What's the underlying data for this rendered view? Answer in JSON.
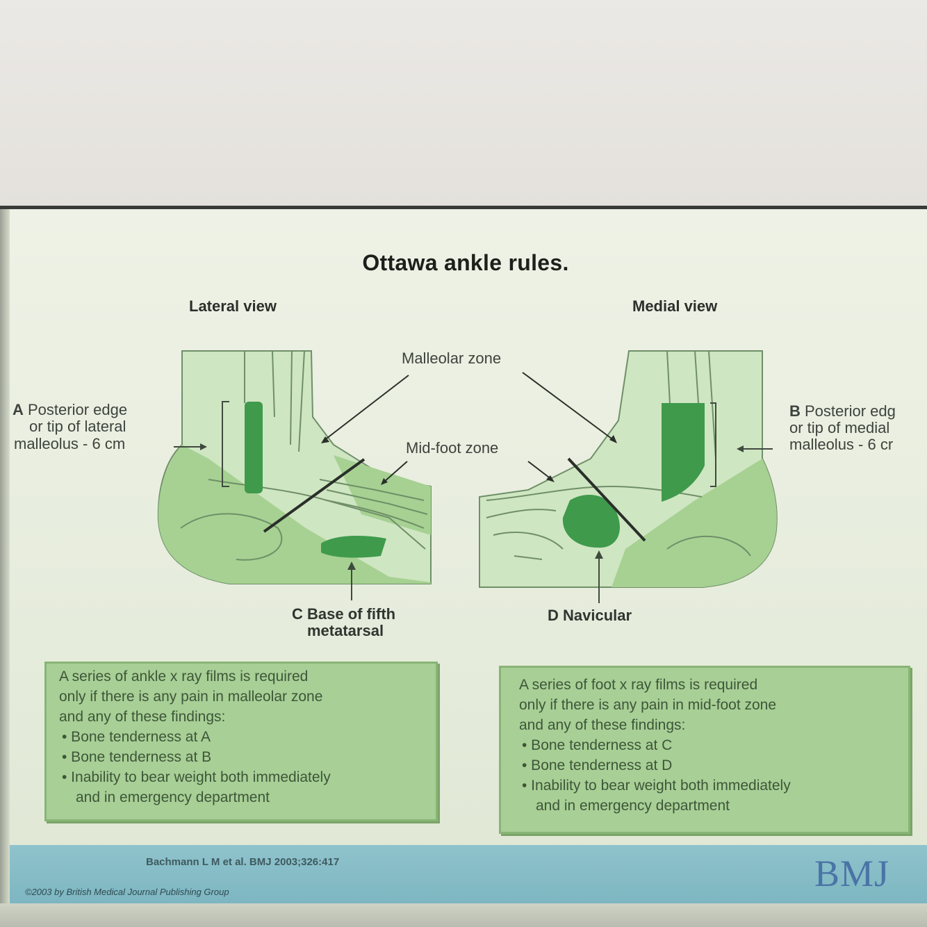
{
  "title": "Ottawa ankle rules.",
  "views": {
    "lateral": "Lateral view",
    "medial": "Medial view"
  },
  "zones": {
    "malleolar": "Malleolar zone",
    "midfoot": "Mid-foot zone"
  },
  "points": {
    "a": {
      "letter": "A",
      "line1": " Posterior edge",
      "line2": "or tip of lateral",
      "line3": "malleolus - 6 cm"
    },
    "b": {
      "letter": "B",
      "line1": " Posterior edg",
      "line2": "or tip of medial",
      "line3": "malleolus - 6 cr"
    },
    "c": {
      "letter": "C",
      "line1": " Base of fifth",
      "line2": "metatarsal"
    },
    "d": {
      "letter": "D",
      "line1": " Navicular"
    }
  },
  "ankle_box": {
    "intro1": "A series of ankle x ray films is required",
    "intro2": "only if there is any pain in malleolar zone",
    "intro3": "and any of these findings:",
    "f1": "• Bone tenderness at A",
    "f2": "• Bone tenderness at B",
    "f3": "• Inability to bear weight both immediately",
    "f3b": "and in emergency department"
  },
  "foot_box": {
    "intro1": "A series of foot x ray films is required",
    "intro2": "only if there is any pain in mid-foot zone",
    "intro3": "and any of these findings:",
    "f1": "• Bone tenderness at C",
    "f2": "• Bone tenderness at D",
    "f3": "• Inability to bear weight both immediately",
    "f3b": "and in emergency department"
  },
  "footer": {
    "reference": "Bachmann L M et al. BMJ 2003;326:417",
    "copyright": "©2003 by British Medical Journal Publishing Group",
    "logo": "BMJ"
  },
  "colors": {
    "light_green": "#cfe6c2",
    "mid_green": "#a6d192",
    "dark_green": "#3f9a4c",
    "box_green": "#a8cf96",
    "footer_blue": "#86bec8"
  }
}
